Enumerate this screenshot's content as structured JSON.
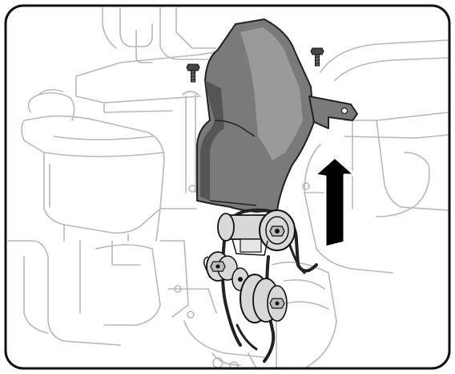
{
  "figure": {
    "kind": "service-manual-illustration",
    "subject": "belt-cover-removal",
    "frame_style": "rounded-rectangle",
    "colors": {
      "frame": "#111111",
      "line_art": "#b8b8b8",
      "cover_fill": "#7a7a7a",
      "cover_dark": "#555555",
      "cover_highlight": "#9a9a9a",
      "pulley_fill": "#d8d8d8",
      "belt": "#222222",
      "arrow": "#000000",
      "arrow_outline": "#ffffff"
    },
    "icons": [
      "mounting-screw-icon",
      "up-arrow-icon"
    ],
    "arrow_direction": "up"
  }
}
